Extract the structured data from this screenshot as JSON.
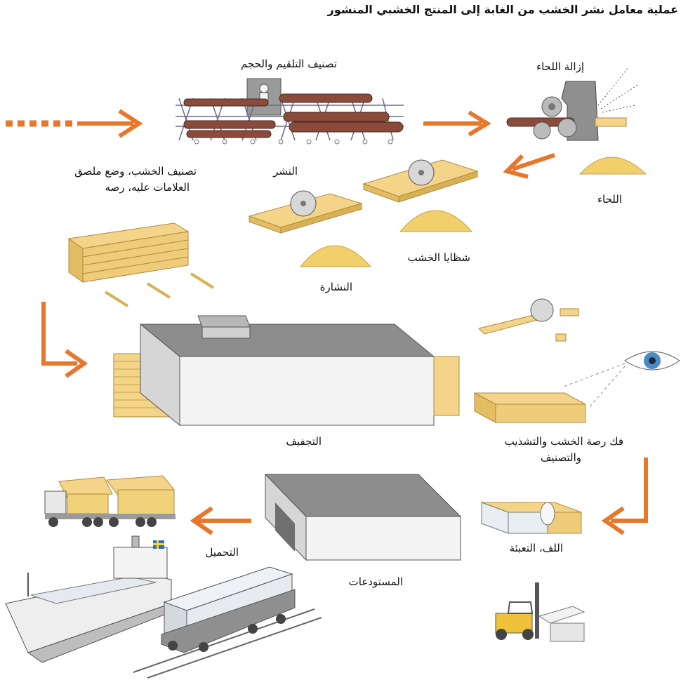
{
  "title": "عملية معامل نشر الخشب من الغابة إلى المنتج الخشبي المنشور",
  "steps": {
    "log_sorting": "تصنيف التلقيم والحجم",
    "debarking": "إزالة اللحاء",
    "bark": "اللحاء",
    "sawing": "النشر",
    "sorting_stacking": [
      "تصنيف الخشب، وضع ملصق",
      "العلامات عليه، رصه"
    ],
    "wood_chips": "شظايا الخشب",
    "sawdust": "النشارة",
    "drying": "التجفيف",
    "unstacking": [
      "فك رصة الخشب والتشذيب",
      "والتصنيف"
    ],
    "packaging": "اللف، التعبئة",
    "storage": "المستودعات",
    "loading": "التحميل"
  },
  "colors": {
    "arrow": "#e8762b",
    "wood": "#f3d488",
    "wood_dark": "#c9a24a",
    "log": "#8a4b3a",
    "building": "#f2f2f2",
    "roof": "#8d8d8d",
    "sawdust": "#f1cf6a",
    "eye": "#4a8bc4",
    "flag_blue": "#2f6db4",
    "flag_yellow": "#f6d23c"
  },
  "icons": [
    "dotted-arrow-icon",
    "log-sorter-icon",
    "debarker-icon",
    "bark-pile-icon",
    "saw-blade-icon",
    "sawdust-pile-icon",
    "lumber-stack-icon",
    "kiln-icon",
    "eye-icon",
    "truck-icon",
    "ship-icon",
    "train-icon",
    "forklift-icon",
    "warehouse-icon",
    "package-icon"
  ]
}
